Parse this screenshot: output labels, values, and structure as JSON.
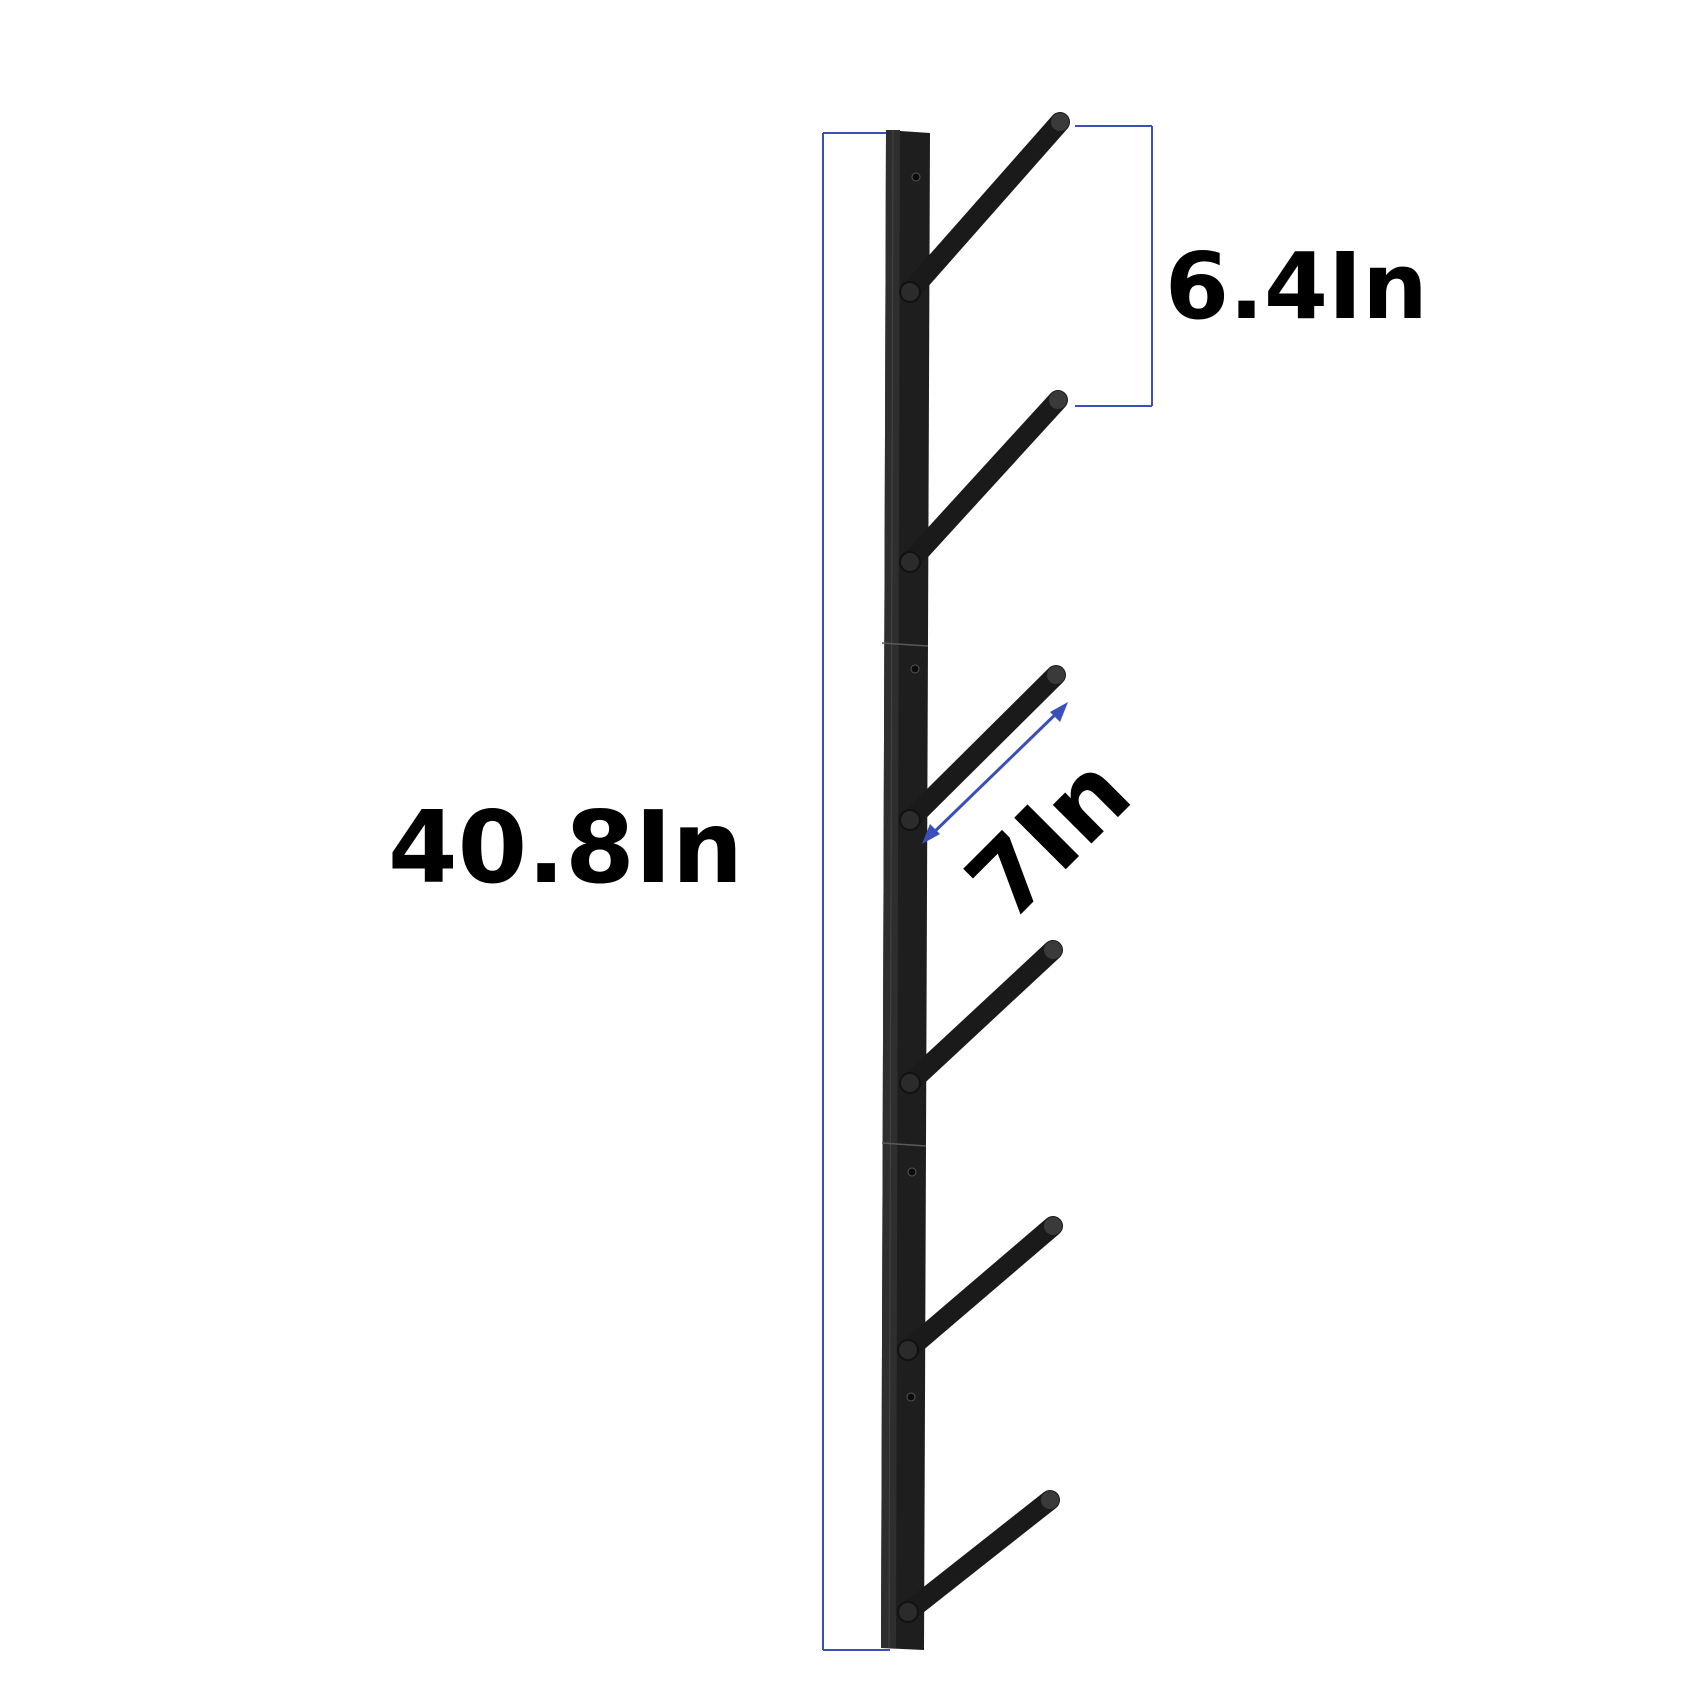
{
  "dimensions": {
    "height_label": "40.8In",
    "hook_spacing_label": "6.4In",
    "hook_length_label": "7In"
  },
  "product": {
    "hook_count": 6,
    "rack_color": "#1a1a1a",
    "dimension_line_color": "#3a4fb8"
  }
}
